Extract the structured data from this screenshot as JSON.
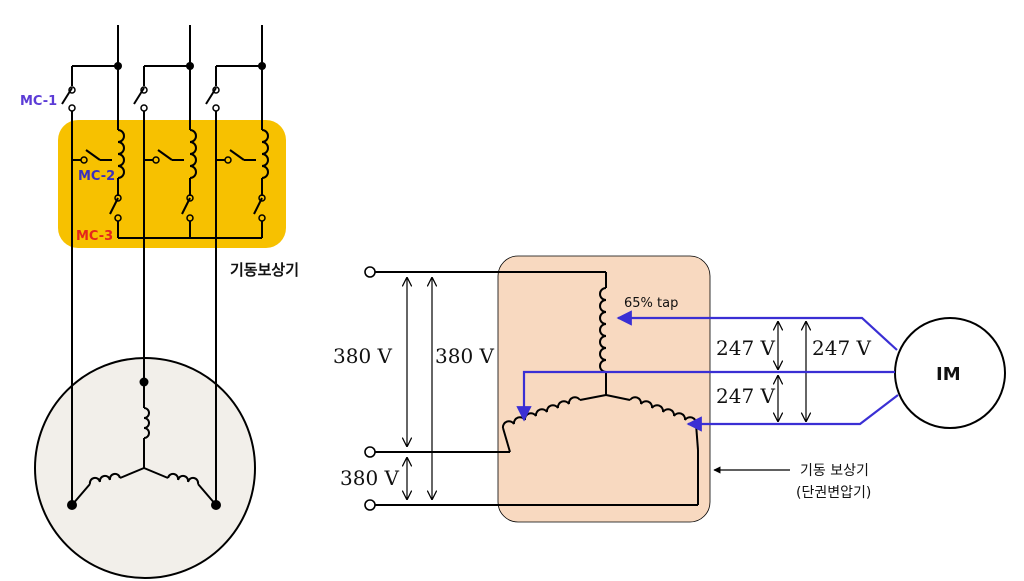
{
  "left_diagram": {
    "mc1_label": "MC-1",
    "mc2_label": "MC-2",
    "mc3_label": "MC-3",
    "compensator_label": "기동보상기",
    "compensator_color": "#f7c100",
    "motor_color": "#f2efea"
  },
  "right_diagram": {
    "supply_voltage_1": "380 V",
    "supply_voltage_2": "380 V",
    "supply_voltage_3": "380 V",
    "tap_label": "65% tap",
    "motor_voltage_1": "247 V",
    "motor_voltage_2": "247 V",
    "motor_voltage_3": "247 V",
    "motor_label": "IM",
    "note_line1": "기동 보상기",
    "note_line2": "(단권변압기)",
    "transformer_color": "#f8d9c0",
    "arrow_color": "#3a2fd4"
  }
}
